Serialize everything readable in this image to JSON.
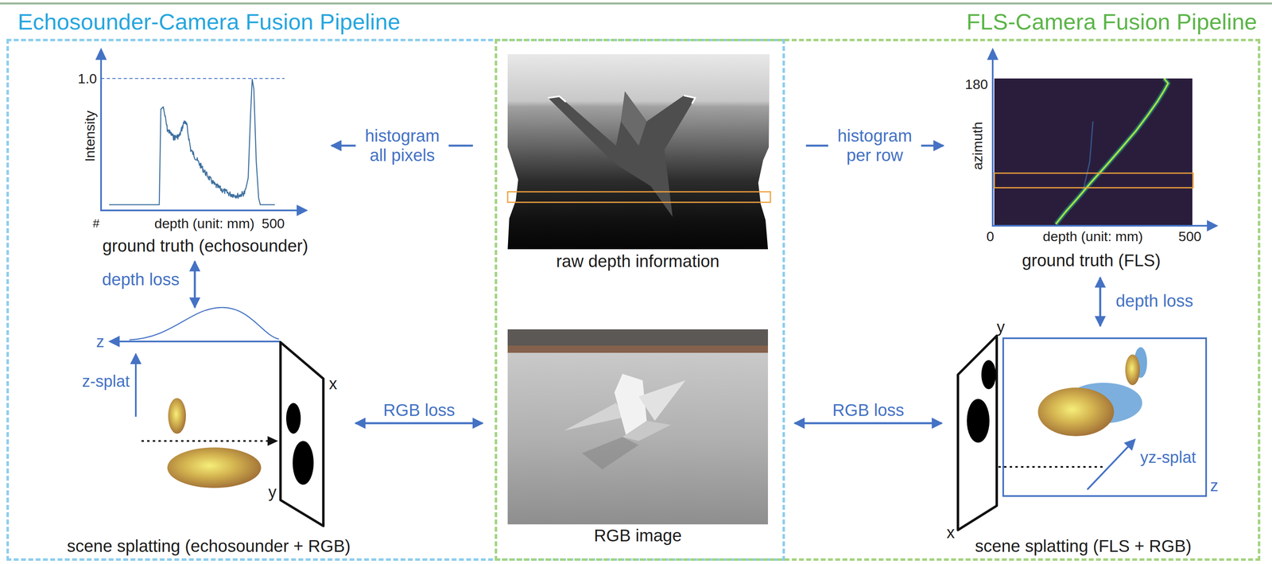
{
  "diagram": {
    "nodes": [
      {
        "text": [
          "Echosounder-Camera Fusion Pipeline"
        ]
      },
      {
        "text": [
          "FLS-Camera Fusion Pipeline"
        ]
      },
      {
        "text": [
          "ground truth (echosounder)"
        ],
        "in": 0
      },
      {
        "text": [
          "raw depth information"
        ]
      },
      {
        "text": [
          "ground truth (FLS)"
        ],
        "in": 1
      },
      {
        "text": [
          "scene splatting (echosounder + RGB)"
        ],
        "in": 0
      },
      {
        "text": [
          "RGB image"
        ]
      },
      {
        "text": [
          "scene splatting (FLS + RGB)"
        ],
        "in": 1
      }
    ],
    "edges": [
      {
        "from": 3,
        "to": 2,
        "arrow": "to",
        "label": "histogram all pixels"
      },
      {
        "from": 3,
        "to": 4,
        "arrow": "to",
        "label": "histogram per row"
      },
      {
        "from": 2,
        "to": 5,
        "arrow": "both",
        "label": "depth loss"
      },
      {
        "from": 4,
        "to": 7,
        "arrow": "both",
        "label": "depth loss"
      },
      {
        "from": 5,
        "to": 6,
        "arrow": "both",
        "label": "RGB loss"
      },
      {
        "from": 6,
        "to": 7,
        "arrow": "both",
        "label": "RGB loss"
      }
    ],
    "labels": [
      "1.0",
      "Intensity",
      "#",
      "depth (unit: mm)",
      "500",
      "180",
      "azimuth",
      "0",
      "depth (unit: mm)",
      "500",
      "z",
      "z-splat",
      "x",
      "y",
      "y",
      "yz-splat",
      "x",
      "z"
    ]
  }
}
